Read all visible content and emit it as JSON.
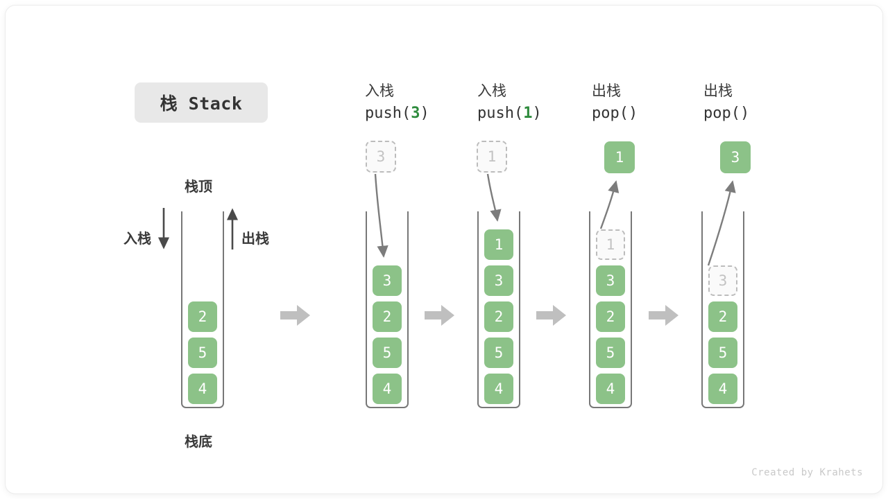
{
  "title_badge": "栈 Stack",
  "labels": {
    "top": "栈顶",
    "bottom": "栈底",
    "push_side": "入栈",
    "pop_side": "出栈"
  },
  "colors": {
    "cell_green": "#8cc288",
    "accent_green": "#2e8b3d",
    "ghost_border": "#bcbcbc",
    "ghost_text": "#c2c2c2",
    "container_border": "#777777",
    "badge_bg": "#e8e8e8",
    "step_arrow": "#bfbfbf"
  },
  "footer": "Created by Krahets",
  "steps": [
    {
      "id": "initial",
      "op_cn": "",
      "op_code_prefix": "",
      "op_code_arg": "",
      "op_code_suffix": "",
      "float_cell": null,
      "cells": [
        "2",
        "5",
        "4"
      ],
      "ghost_index": -1
    },
    {
      "id": "push-3",
      "op_cn": "入栈",
      "op_code_prefix": "push(",
      "op_code_arg": "3",
      "op_code_suffix": ")",
      "float_cell": {
        "value": "3",
        "style": "ghost"
      },
      "cells": [
        "3",
        "2",
        "5",
        "4"
      ],
      "ghost_index": -1
    },
    {
      "id": "push-1",
      "op_cn": "入栈",
      "op_code_prefix": "push(",
      "op_code_arg": "1",
      "op_code_suffix": ")",
      "float_cell": {
        "value": "1",
        "style": "ghost"
      },
      "cells": [
        "1",
        "3",
        "2",
        "5",
        "4"
      ],
      "ghost_index": -1
    },
    {
      "id": "pop-1",
      "op_cn": "出栈",
      "op_code_prefix": "pop(",
      "op_code_arg": "",
      "op_code_suffix": ")",
      "float_cell": {
        "value": "1",
        "style": "solid"
      },
      "cells": [
        "1",
        "3",
        "2",
        "5",
        "4"
      ],
      "ghost_index": 0
    },
    {
      "id": "pop-3",
      "op_cn": "出栈",
      "op_code_prefix": "pop(",
      "op_code_arg": "",
      "op_code_suffix": ")",
      "float_cell": {
        "value": "3",
        "style": "solid"
      },
      "cells": [
        "3",
        "2",
        "5",
        "4"
      ],
      "ghost_index": 0
    }
  ],
  "step_arrows": [
    "step-arrow-1",
    "step-arrow-2",
    "step-arrow-3",
    "step-arrow-4"
  ]
}
